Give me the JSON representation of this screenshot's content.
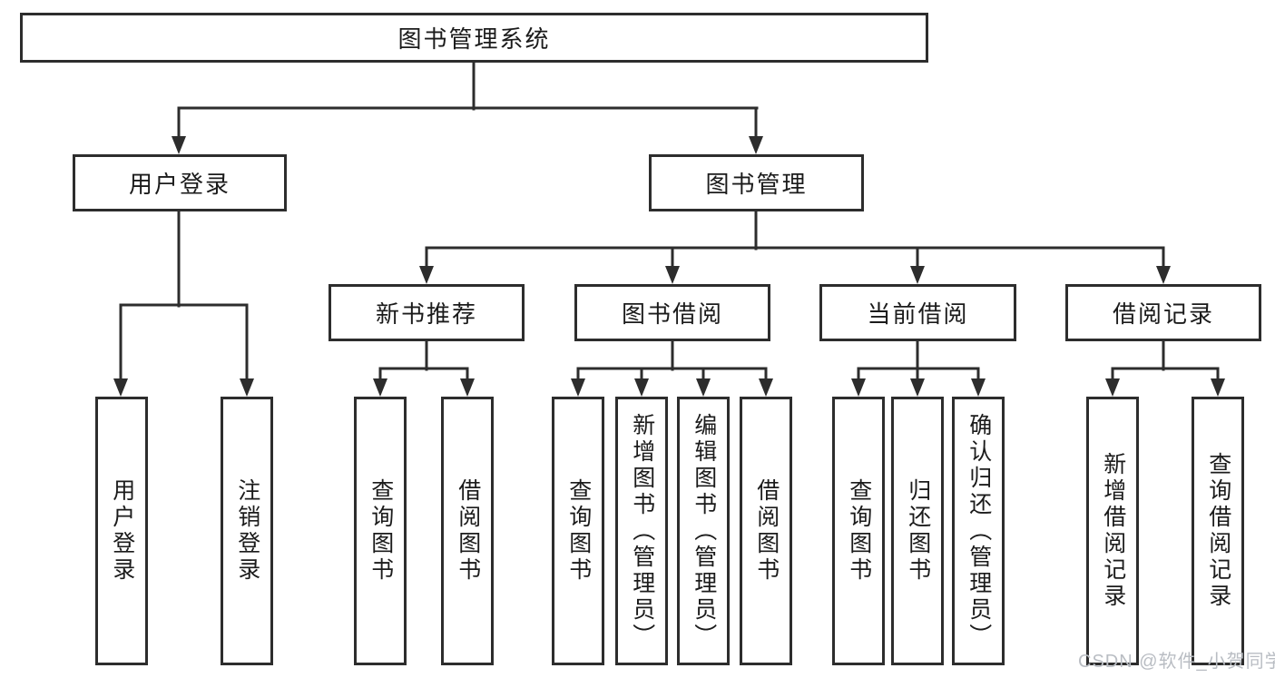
{
  "diagram_title": "图书管理系统",
  "tree": {
    "root": "图书管理系统",
    "children": [
      {
        "label": "用户登录",
        "children": [
          "用户登录",
          "注销登录"
        ]
      },
      {
        "label": "图书管理",
        "children": [
          {
            "label": "新书推荐",
            "children": [
              "查询图书",
              "借阅图书"
            ]
          },
          {
            "label": "图书借阅",
            "children": [
              "查询图书",
              "新增图书（管理员）",
              "编辑图书（管理员）",
              "借阅图书"
            ]
          },
          {
            "label": "当前借阅",
            "children": [
              "查询图书",
              "归还图书",
              "确认归还（管理员）"
            ]
          },
          {
            "label": "借阅记录",
            "children": [
              "新增借阅记录",
              "查询借阅记录"
            ]
          }
        ]
      }
    ]
  },
  "watermark": {
    "text": "CSDN @软件_小贺同学",
    "color": "#b9bdc3"
  },
  "colors": {
    "line": "#2d2d2d",
    "text": "#1b1b1b",
    "background": "#ffffff"
  }
}
